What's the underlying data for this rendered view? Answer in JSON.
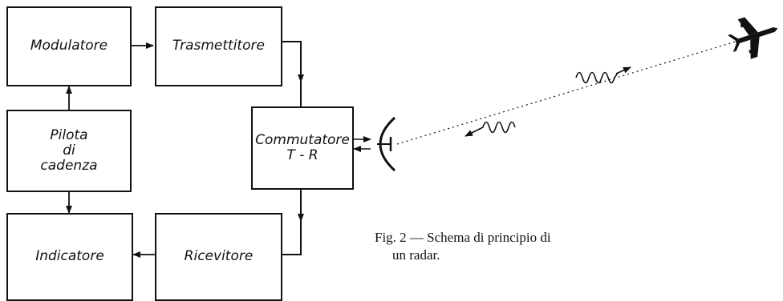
{
  "blocks": {
    "modulatore": "Modulatore",
    "trasmettitore": "Trasmettitore",
    "pilota": [
      "Pilota",
      "di",
      "cadenza"
    ],
    "commutatore": [
      "Commutatore",
      "T - R"
    ],
    "indicatore": "Indicatore",
    "ricevitore": "Ricevitore"
  },
  "caption": {
    "line1": "Fig. 2 — Schema di principio di",
    "line2": "un radar."
  },
  "icons": [
    "antenna-dish-icon",
    "airplane-icon"
  ]
}
